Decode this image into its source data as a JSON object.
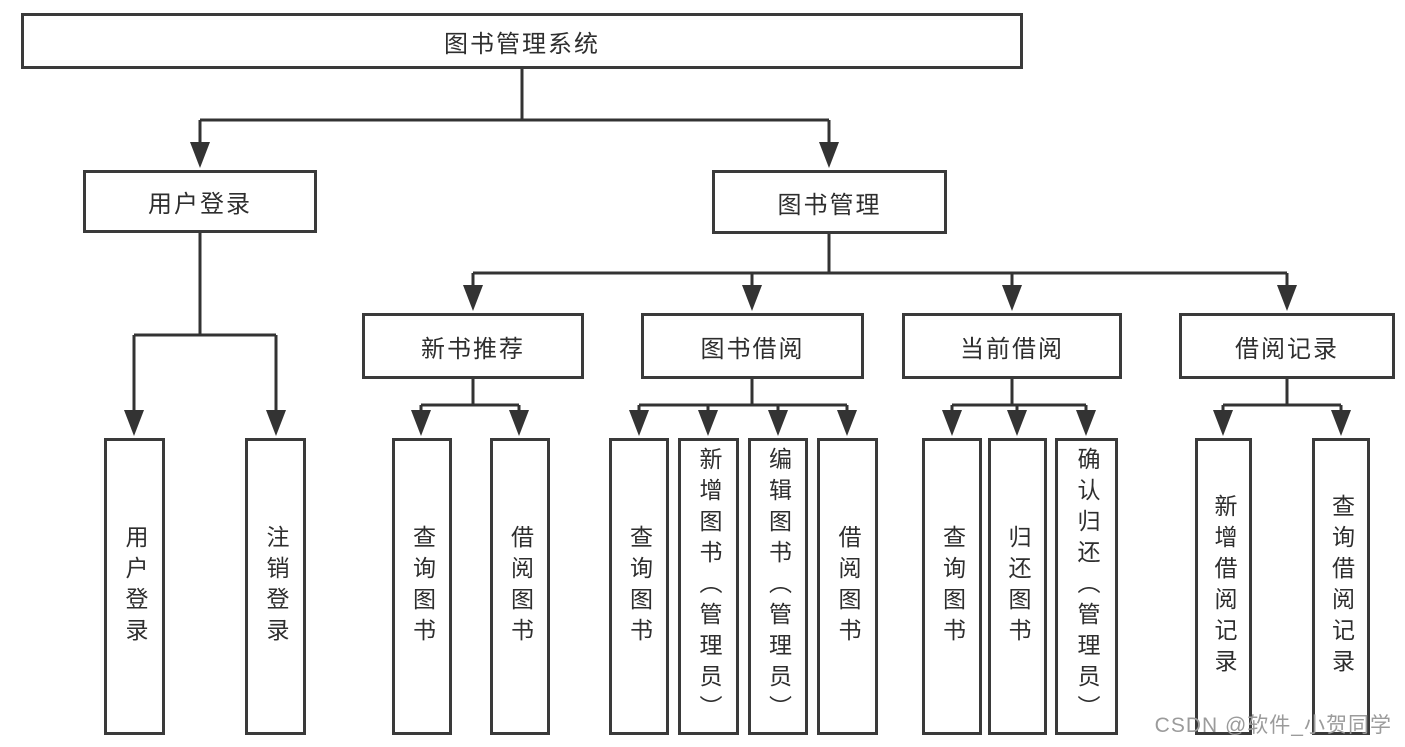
{
  "diagram": {
    "root": "图书管理系统",
    "level2": {
      "user_login": "用户登录",
      "book_mgmt": "图书管理"
    },
    "level3": {
      "new_books": "新书推荐",
      "borrowing": "图书借阅",
      "current": "当前借阅",
      "records": "借阅记录"
    },
    "leaves": {
      "ul_login": "用户登录",
      "ul_logout": "注销登录",
      "nb_query": "查询图书",
      "nb_borrow": "借阅图书",
      "bw_query": "查询图书",
      "bw_add": "新增图书（管理员）",
      "bw_edit": "编辑图书（管理员）",
      "bw_borrow": "借阅图书",
      "cb_query": "查询图书",
      "cb_return": "归还图书",
      "cb_confirm": "确认归还（管理员）",
      "rec_add": "新增借阅记录",
      "rec_query": "查询借阅记录"
    }
  },
  "watermark": "CSDN @软件_小贺同学",
  "colors": {
    "line": "#333333",
    "border": "#3a3a3a",
    "text": "#2e2e2e",
    "watermark": "#9b9b9b"
  }
}
